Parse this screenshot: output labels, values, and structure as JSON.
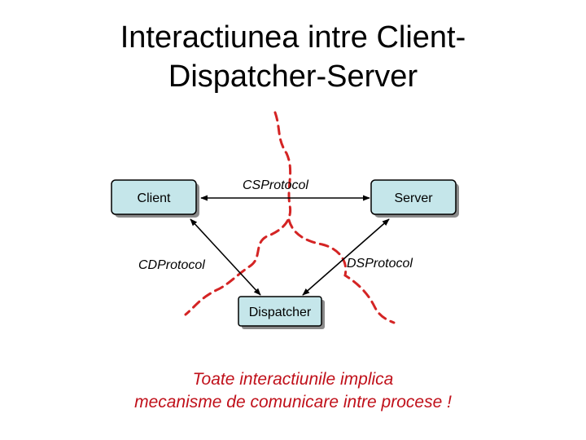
{
  "title": {
    "line1": "Interactiunea intre Client-",
    "line2": "Dispatcher-Server"
  },
  "nodes": {
    "client": "Client",
    "server": "Server",
    "dispatcher": "Dispatcher"
  },
  "protocols": {
    "cs": "CSProtocol",
    "cd": "CDProtocol",
    "ds": "DSProtocol"
  },
  "note": {
    "line1": "Toate interactiunile implica",
    "line2": "mecanisme de comunicare intre procese !"
  },
  "colors": {
    "node_fill": "#c5e6ea",
    "boundary": "#d42424",
    "note_text": "#c0101a"
  }
}
